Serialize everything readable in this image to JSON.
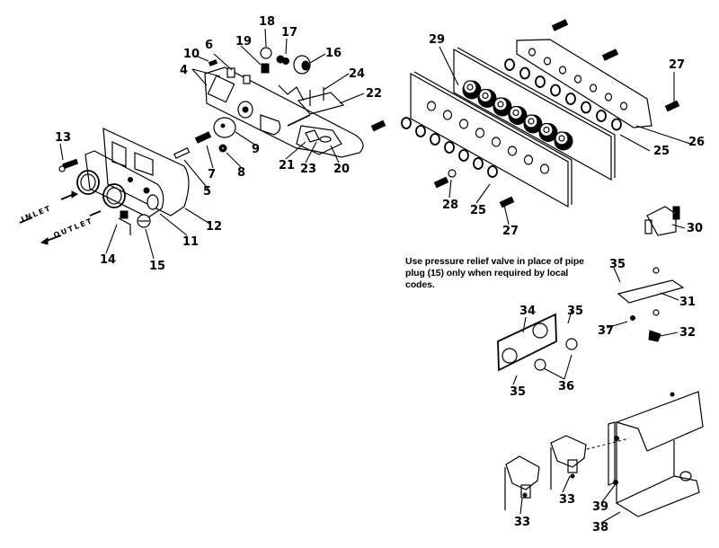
{
  "diagram": {
    "type": "exploded-parts-diagram",
    "subject": "valve manifold and gas control assembly",
    "flow_labels": {
      "inlet": "INLET",
      "outlet": "OUTLET"
    },
    "note": "Use pressure relief valve in place of pipe plug (15) only when required by local codes.",
    "callouts": [
      {
        "id": "c4",
        "number": "4"
      },
      {
        "id": "c5",
        "number": "5"
      },
      {
        "id": "c6",
        "number": "6"
      },
      {
        "id": "c7",
        "number": "7"
      },
      {
        "id": "c8",
        "number": "8"
      },
      {
        "id": "c9",
        "number": "9"
      },
      {
        "id": "c10",
        "number": "10"
      },
      {
        "id": "c11",
        "number": "11"
      },
      {
        "id": "c12",
        "number": "12"
      },
      {
        "id": "c13",
        "number": "13"
      },
      {
        "id": "c14",
        "number": "14"
      },
      {
        "id": "c15",
        "number": "15"
      },
      {
        "id": "c16",
        "number": "16"
      },
      {
        "id": "c17",
        "number": "17"
      },
      {
        "id": "c18",
        "number": "18"
      },
      {
        "id": "c19",
        "number": "19"
      },
      {
        "id": "c20",
        "number": "20"
      },
      {
        "id": "c21",
        "number": "21"
      },
      {
        "id": "c22",
        "number": "22"
      },
      {
        "id": "c23",
        "number": "23"
      },
      {
        "id": "c24",
        "number": "24"
      },
      {
        "id": "c25a",
        "number": "25"
      },
      {
        "id": "c25b",
        "number": "25"
      },
      {
        "id": "c26",
        "number": "26"
      },
      {
        "id": "c27a",
        "number": "27"
      },
      {
        "id": "c27b",
        "number": "27"
      },
      {
        "id": "c28",
        "number": "28"
      },
      {
        "id": "c29",
        "number": "29"
      },
      {
        "id": "c30",
        "number": "30"
      },
      {
        "id": "c31",
        "number": "31"
      },
      {
        "id": "c32",
        "number": "32"
      },
      {
        "id": "c33a",
        "number": "33"
      },
      {
        "id": "c33b",
        "number": "33"
      },
      {
        "id": "c34",
        "number": "34"
      },
      {
        "id": "c35a",
        "number": "35"
      },
      {
        "id": "c35b",
        "number": "35"
      },
      {
        "id": "c35c",
        "number": "35"
      },
      {
        "id": "c36",
        "number": "36"
      },
      {
        "id": "c37",
        "number": "37"
      },
      {
        "id": "c38",
        "number": "38"
      },
      {
        "id": "c39",
        "number": "39"
      }
    ]
  }
}
